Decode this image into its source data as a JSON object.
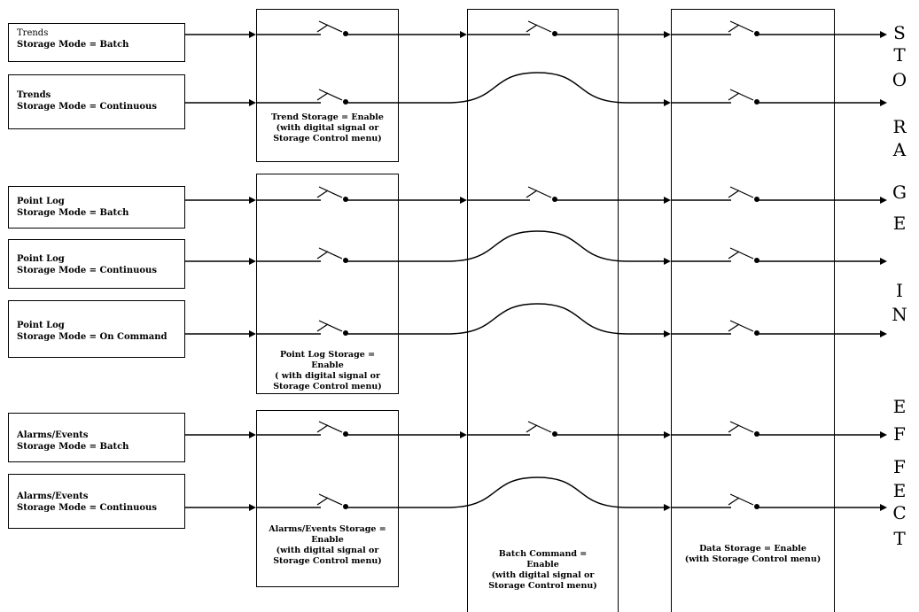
{
  "sources": [
    {
      "line1": "Trends",
      "line2": "Storage Mode = Batch"
    },
    {
      "line1": "Trends",
      "line2": "Storage Mode = Continuous"
    },
    {
      "line1": "Point Log",
      "line2": "Storage Mode = Batch"
    },
    {
      "line1": "Point Log",
      "line2": "Storage Mode = Continuous"
    },
    {
      "line1": "Point Log",
      "line2": "Storage Mode = On Command"
    },
    {
      "line1": "Alarms/Events",
      "line2": "Storage Mode = Batch"
    },
    {
      "line1": "Alarms/Events",
      "line2": "Storage Mode = Continuous"
    }
  ],
  "controls": {
    "trend": [
      "Trend Storage = Enable",
      "(with digital signal or",
      "Storage Control menu)"
    ],
    "pointlog": [
      "Point Log Storage =",
      "Enable",
      "( with digital signal or",
      "Storage Control menu)"
    ],
    "alarms": [
      "Alarms/Events Storage =",
      "Enable",
      "(with digital signal or",
      "Storage Control menu)"
    ],
    "batch": [
      "Batch Command =",
      "Enable",
      "(with digital signal or",
      "Storage Control menu)"
    ],
    "data": [
      "Data Storage = Enable",
      "(with Storage Control menu)"
    ]
  },
  "output_letters": [
    "S",
    "T",
    "O",
    "R",
    "A",
    "G",
    "E",
    "I",
    "N",
    "E",
    "F",
    "F",
    "E",
    "C",
    "T"
  ]
}
